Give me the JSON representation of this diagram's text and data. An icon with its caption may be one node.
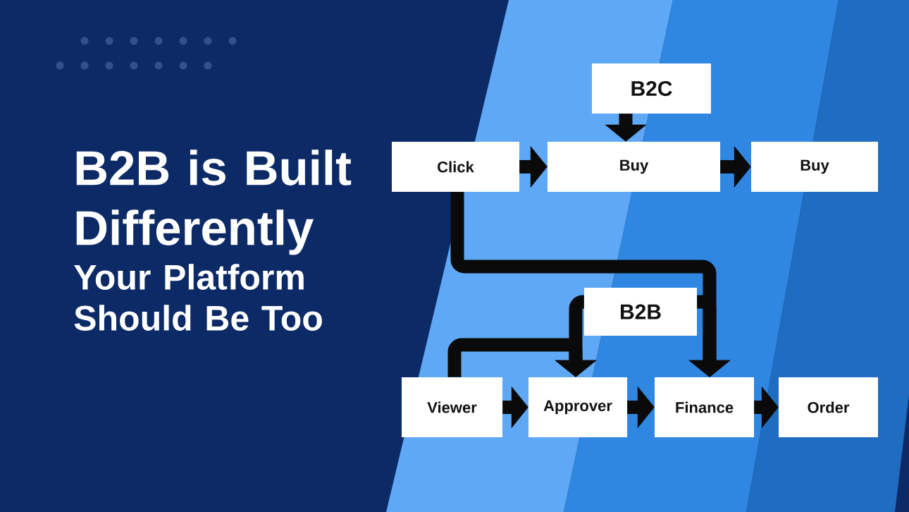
{
  "diagram": {
    "title": "B2B is Built Differently",
    "nodes": [
      {
        "text": [
          "B2C"
        ]
      },
      {
        "text": [
          "Click"
        ]
      },
      {
        "text": [
          "Buy"
        ]
      },
      {
        "text": [
          "Buy"
        ]
      },
      {
        "text": [
          "B2B"
        ]
      },
      {
        "text": [
          "Viewer"
        ]
      },
      {
        "text": [
          "Approver"
        ]
      },
      {
        "text": [
          "Finance"
        ]
      },
      {
        "text": [
          "Order"
        ]
      }
    ],
    "edges": [
      {
        "from": 0,
        "to": 2,
        "arrow": "to"
      },
      {
        "from": 1,
        "to": 2,
        "arrow": "to"
      },
      {
        "from": 2,
        "to": 3,
        "arrow": "to"
      },
      {
        "from": 1,
        "to": 7,
        "arrow": "to"
      },
      {
        "from": 4,
        "to": 7,
        "arrow": "to"
      },
      {
        "from": 4,
        "to": 6,
        "arrow": "to"
      },
      {
        "from": 5,
        "to": 6,
        "arrow": "to"
      },
      {
        "from": 5,
        "to": 6,
        "arrow": "to"
      },
      {
        "from": 6,
        "to": 7,
        "arrow": "to"
      },
      {
        "from": 7,
        "to": 8,
        "arrow": "to"
      }
    ],
    "labels": [
      "Your Platform Should Be Too"
    ]
  }
}
